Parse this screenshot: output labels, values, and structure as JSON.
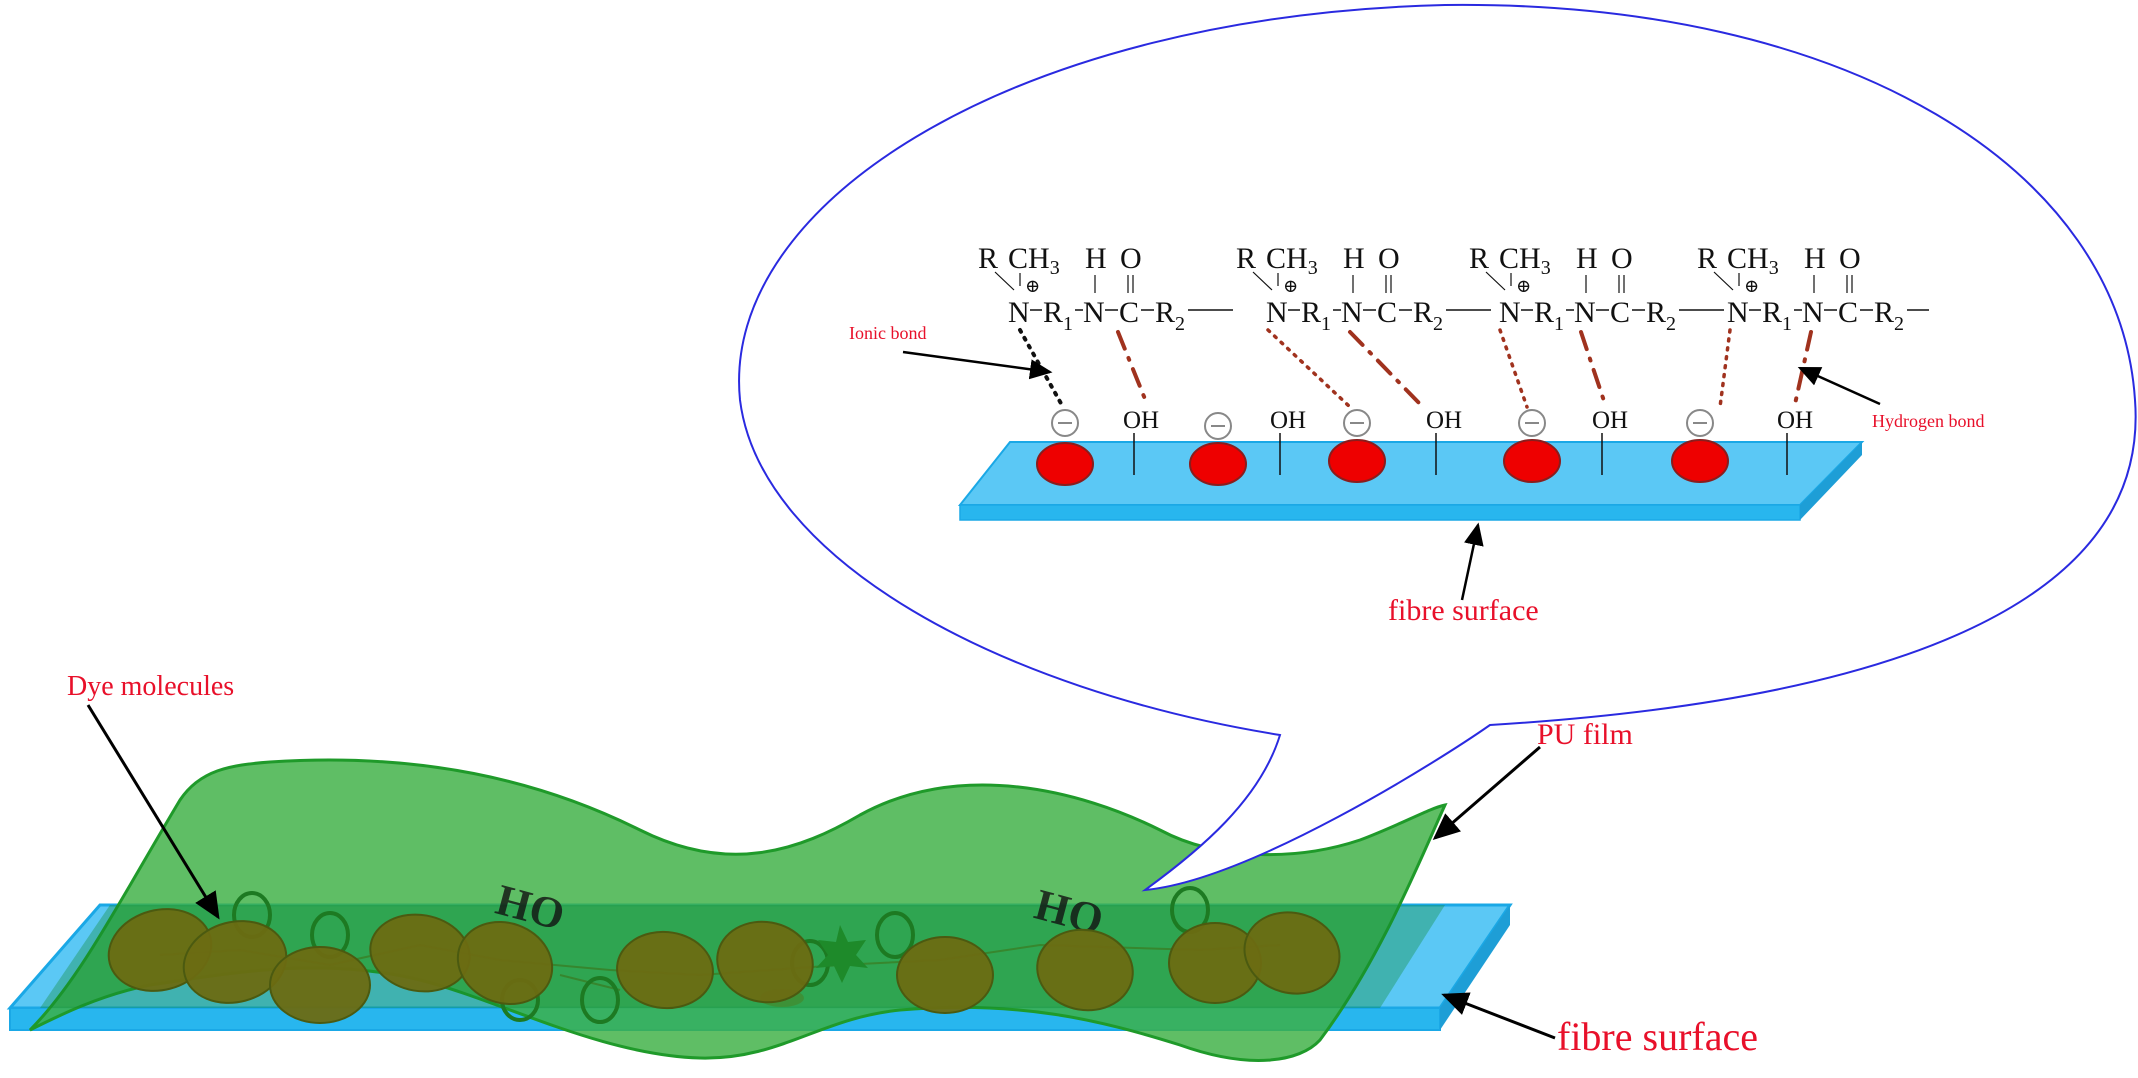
{
  "diagram": {
    "title": "Dyeing mechanism of PU film on fibre surface",
    "labels": {
      "ionic_bond": "Ionic bond",
      "hydrogen_bond": "Hydrogen bond",
      "fibre_surface_zoom": "fibre surface",
      "dye_molecules": "Dye molecules",
      "pu_film": "PU film",
      "fibre_surface_main": "fibre surface"
    },
    "chain": {
      "units": [
        {
          "R": "R",
          "CH3": "CH",
          "sub3": "3",
          "plus": "⊕",
          "N": "N",
          "R1": "R",
          "sub1": "1",
          "NH_N": "N",
          "H": "H",
          "C": "C",
          "O": "O",
          "R2": "R",
          "sub2": "2"
        },
        {
          "R": "R",
          "CH3": "CH",
          "sub3": "3",
          "plus": "⊕",
          "N": "N",
          "R1": "R",
          "sub1": "1",
          "NH_N": "N",
          "H": "H",
          "C": "C",
          "O": "O",
          "R2": "R",
          "sub2": "2"
        },
        {
          "R": "R",
          "CH3": "CH",
          "sub3": "3",
          "plus": "⊕",
          "N": "N",
          "R1": "R",
          "sub1": "1",
          "NH_N": "N",
          "H": "H",
          "C": "C",
          "O": "O",
          "R2": "R",
          "sub2": "2"
        },
        {
          "R": "R",
          "CH3": "CH",
          "sub3": "3",
          "plus": "⊕",
          "N": "N",
          "R1": "R",
          "sub1": "1",
          "NH_N": "N",
          "H": "H",
          "C": "C",
          "O": "O",
          "R2": "R",
          "sub2": "2"
        }
      ]
    },
    "surface_groups": {
      "anion_symbol": "−",
      "hydroxyl": "OH",
      "anion_count": 5,
      "hydroxyl_count": 5
    },
    "film_text": [
      "HO",
      "HO"
    ],
    "colors": {
      "label_red": "#e8102a",
      "bubble_outline": "#2a2ae0",
      "fibre_blue": "#5bc8f5",
      "fibre_edge": "#1aa8e6",
      "dye_red": "#ee0000",
      "film_green": "#3cb043",
      "dye_brown": "#6b6b12",
      "ionic_dots": "#111111",
      "hbond_brown": "#a0321e"
    }
  }
}
